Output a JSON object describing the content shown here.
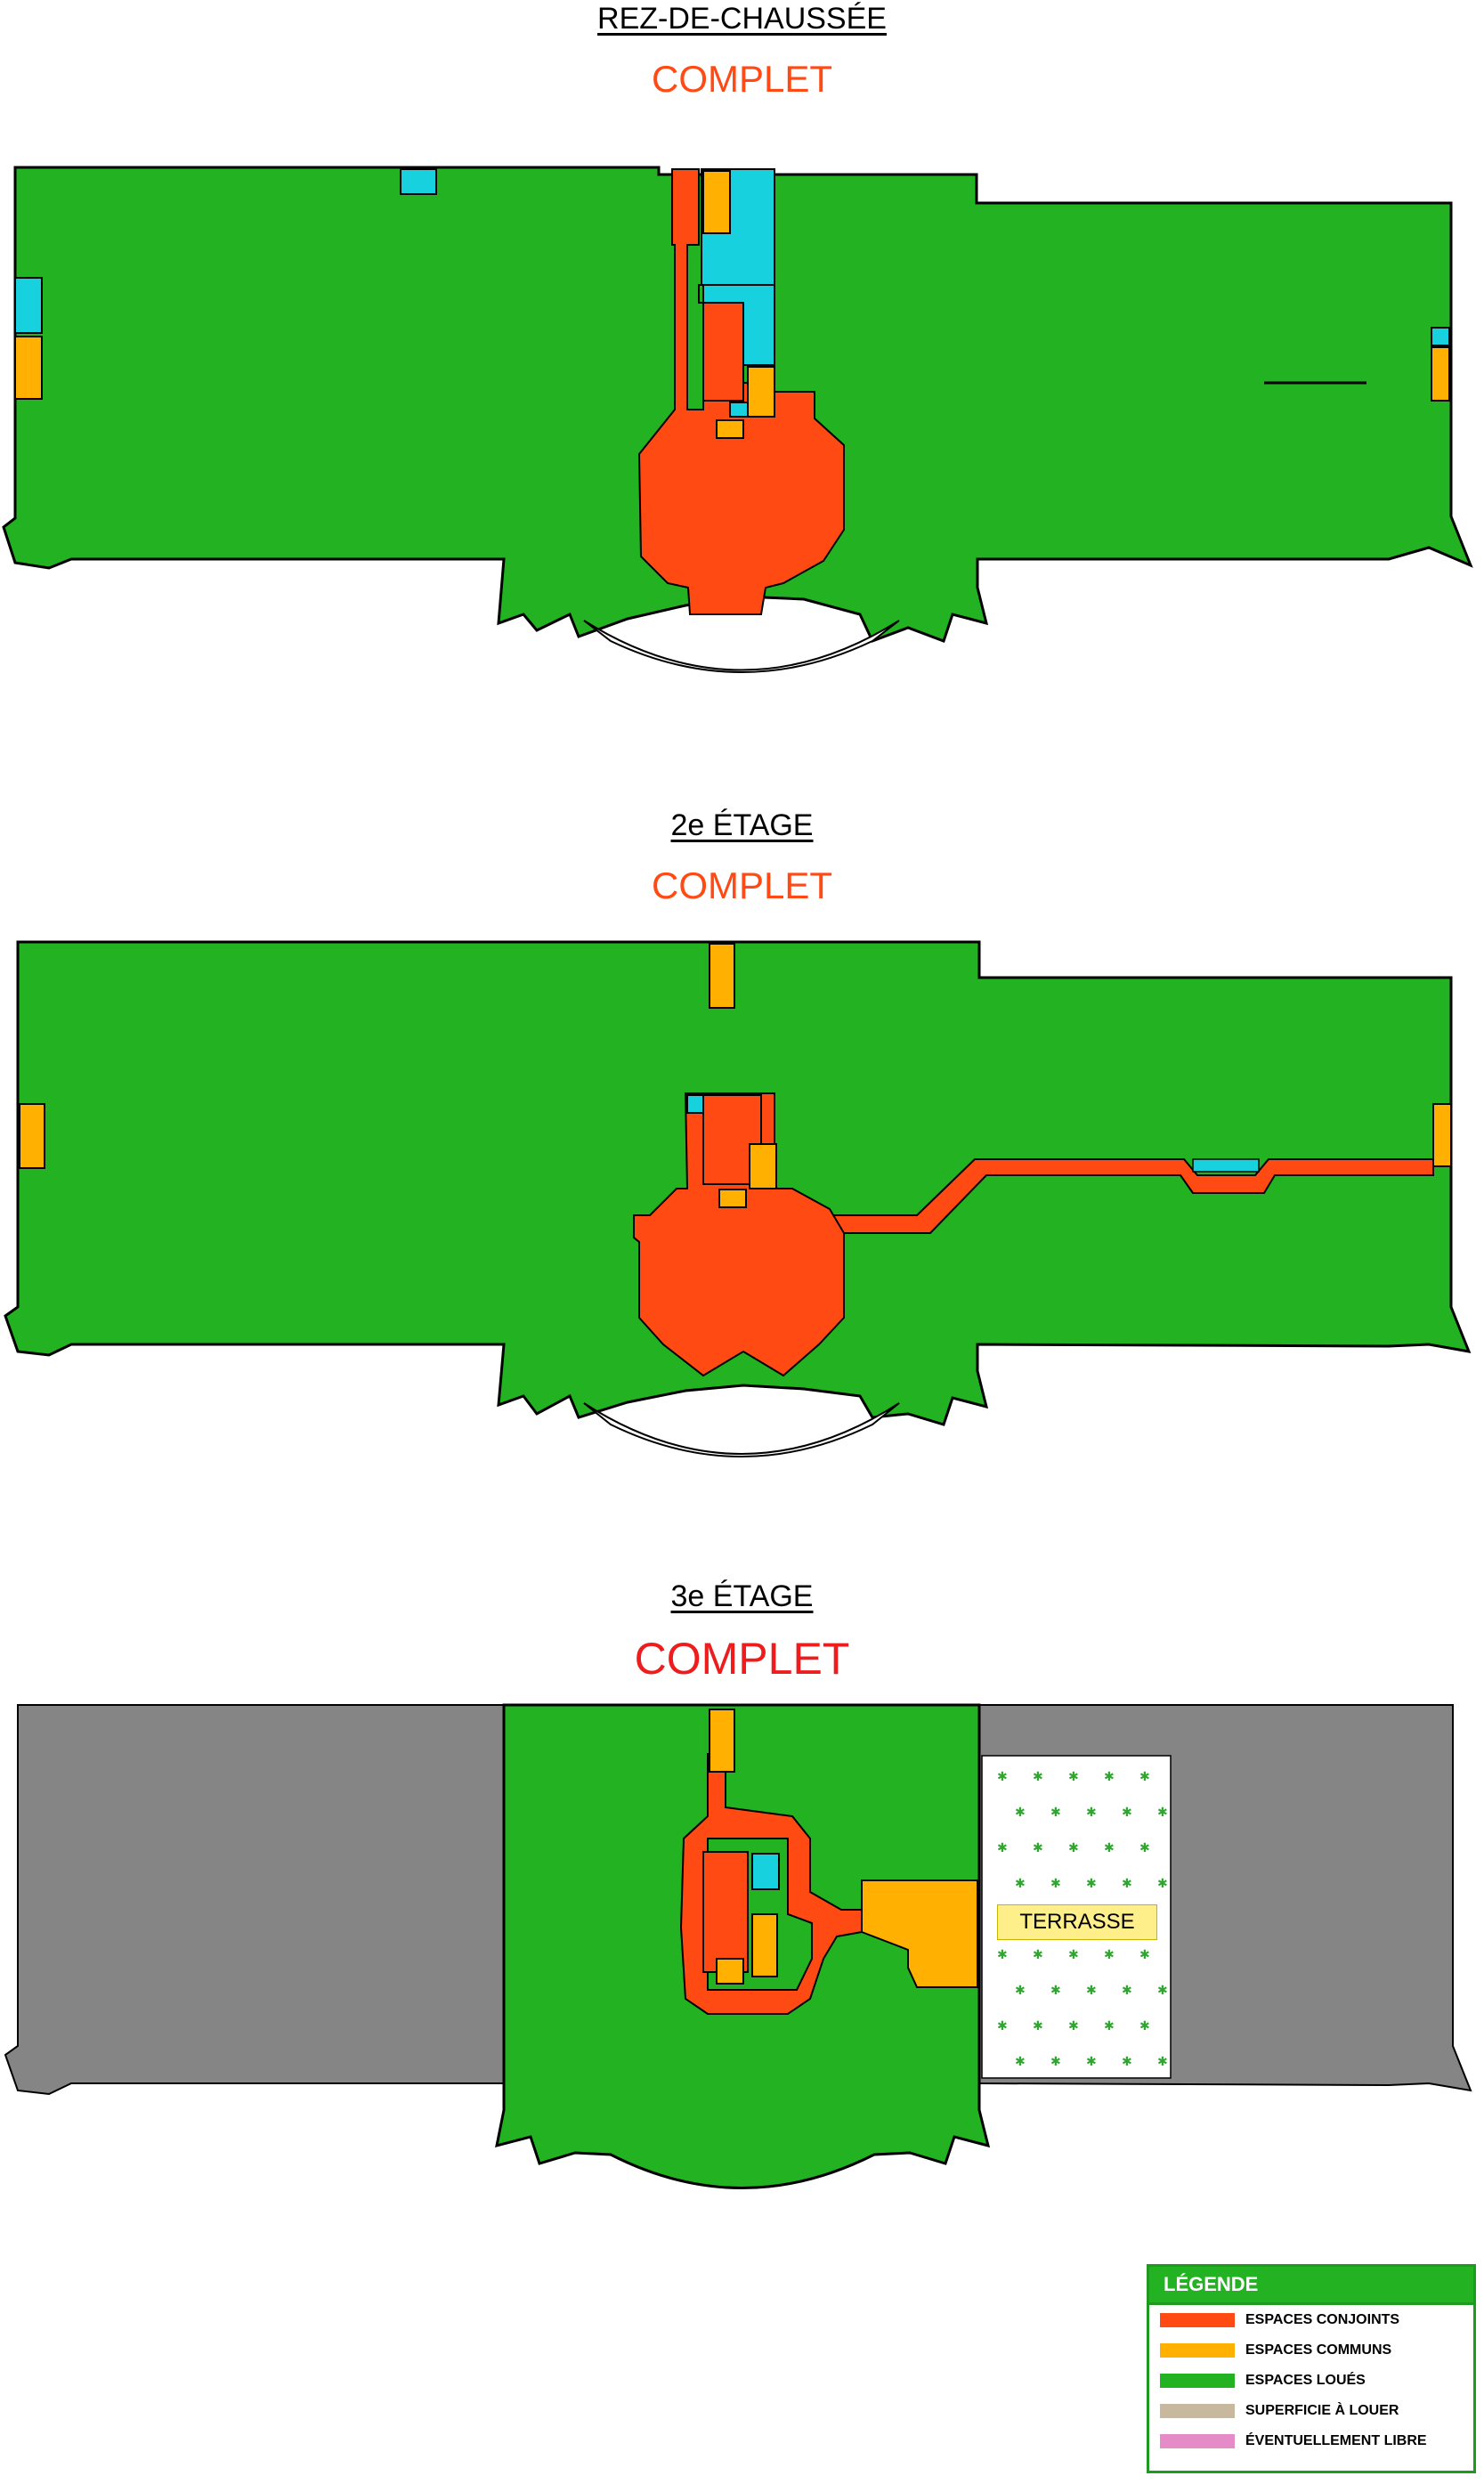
{
  "floors": [
    {
      "title": "REZ-DE-CHAUSSÉE",
      "status": "COMPLET"
    },
    {
      "title": "2e ÉTAGE",
      "status": "COMPLET"
    },
    {
      "title": "3e ÉTAGE",
      "status": "COMPLET"
    }
  ],
  "terrasse_label": "TERRASSE",
  "legend": {
    "title": "LÉGENDE",
    "items": [
      {
        "label": "ESPACES CONJOINTS",
        "color": "#ff4a14"
      },
      {
        "label": "ESPACES COMMUNS",
        "color": "#ffb000"
      },
      {
        "label": "ESPACES LOUÉS",
        "color": "#22b222"
      },
      {
        "label": "SUPERFICIE À LOUER",
        "color": "#c8b89e"
      },
      {
        "label": "ÉVENTUELLEMENT LIBRE",
        "color": "#e58cc8"
      }
    ]
  },
  "colors": {
    "leased": "#22b222",
    "joint": "#ff4a14",
    "common": "#ffb000",
    "service": "#17d2de",
    "unavailable": "#858585",
    "status_orange": "#ff4a14",
    "status_red": "#ee1c1c"
  }
}
